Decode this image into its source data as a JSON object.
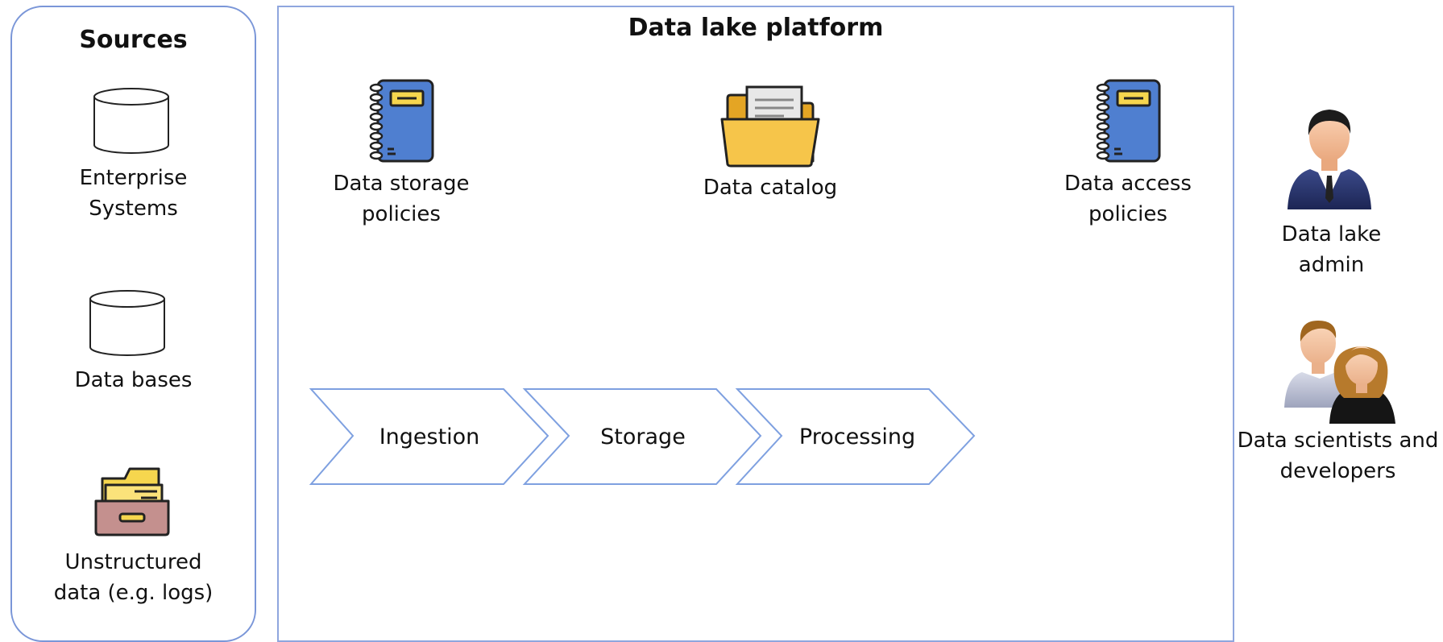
{
  "sources": {
    "title": "Sources",
    "items": [
      {
        "label": "Enterprise\nSystems",
        "icon": "cylinder-icon"
      },
      {
        "label": "Data bases",
        "icon": "cylinder-icon"
      },
      {
        "label": "Unstructured\ndata (e.g. logs)",
        "icon": "file-drawer-icon"
      }
    ]
  },
  "platform": {
    "title": "Data lake platform",
    "components": [
      {
        "label": "Data storage\npolicies",
        "icon": "notebook-icon"
      },
      {
        "label": "Data catalog",
        "icon": "folder-icon"
      },
      {
        "label": "Data access\npolicies",
        "icon": "notebook-icon"
      }
    ],
    "pipeline": [
      "Ingestion",
      "Storage",
      "Processing"
    ]
  },
  "users": [
    {
      "label": "Data lake\nadmin",
      "icon": "businessman-icon"
    },
    {
      "label": "Data scientists and\ndevelopers",
      "icon": "user-group-icon"
    }
  ],
  "colors": {
    "panel_border": "#7a96d8",
    "chevron_border": "#7ea0e0",
    "notebook_blue": "#4f7fd0",
    "folder_yellow": "#f6c54a",
    "drawer_pink": "#c4908e"
  }
}
